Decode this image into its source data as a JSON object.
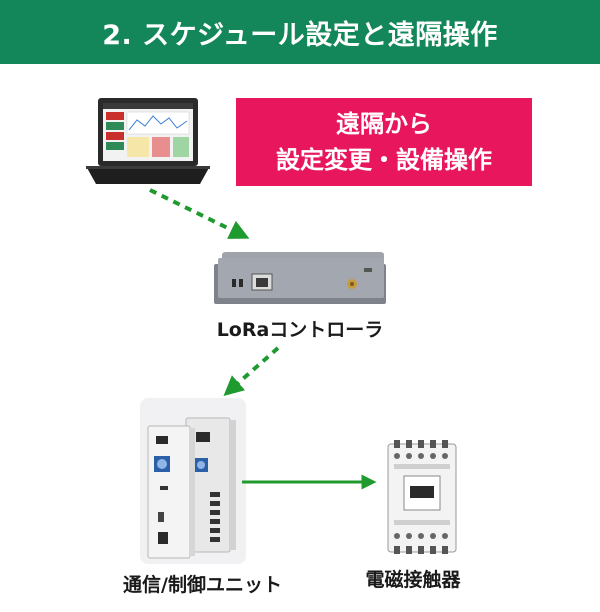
{
  "header": {
    "title": "2. スケジュール設定と遠隔操作"
  },
  "callout": {
    "line1": "遠隔から",
    "line2": "設定変更・設備操作"
  },
  "devices": {
    "controller_label": "LoRaコントローラ",
    "unit_label": "通信/制御ユニット",
    "contactor_label": "電磁接触器"
  },
  "colors": {
    "header_bg": "#14875a",
    "callout_bg": "#e8175d",
    "arrow": "#1f9a2e"
  }
}
